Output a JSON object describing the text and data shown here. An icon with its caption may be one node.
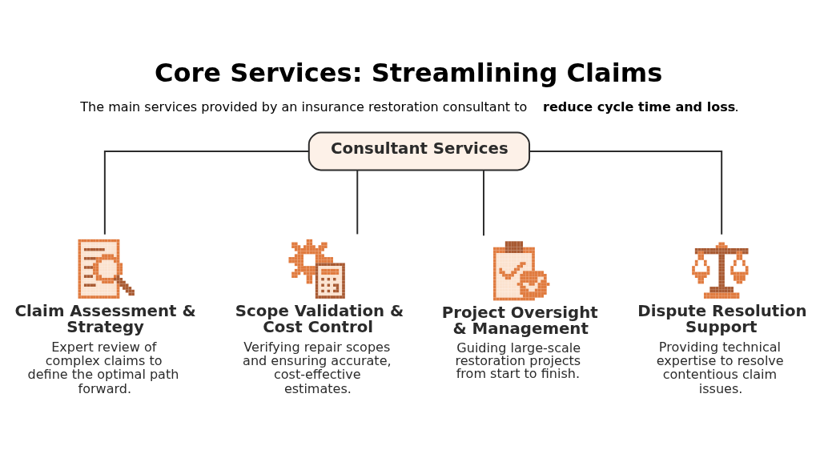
{
  "diagram": {
    "title": "Core Services: Streamlining Claims",
    "caption": "The main services provided by an insurance restoration consultant to **reduce cycle time and loss**.",
    "nodes": [
      {
        "text": [
          "Consultant Services"
        ]
      },
      {
        "text": [],
        "shape": "picture",
        "beside": [
          "Claim Assessment & Strategy",
          "Expert review of complex claims to define the optimal path forward."
        ]
      },
      {
        "text": [],
        "shape": "picture",
        "beside": [
          "Scope Validation & Cost Control",
          "Verifying repair scopes and ensuring accurate, cost-effective estimates."
        ]
      },
      {
        "text": [],
        "shape": "picture",
        "beside": [
          "Project Oversight & Management",
          "Guiding large-scale restoration projects from start to finish."
        ]
      },
      {
        "text": [],
        "shape": "picture",
        "beside": [
          "Dispute Resolution Support",
          "Providing technical expertise to resolve contentious claim issues."
        ]
      }
    ],
    "edges": [
      {
        "from": 0,
        "to": 1,
        "arrow": "none"
      },
      {
        "from": 0,
        "to": 2,
        "arrow": "none"
      },
      {
        "from": 0,
        "to": 3,
        "arrow": "none"
      },
      {
        "from": 0,
        "to": 4,
        "arrow": "none"
      }
    ]
  }
}
